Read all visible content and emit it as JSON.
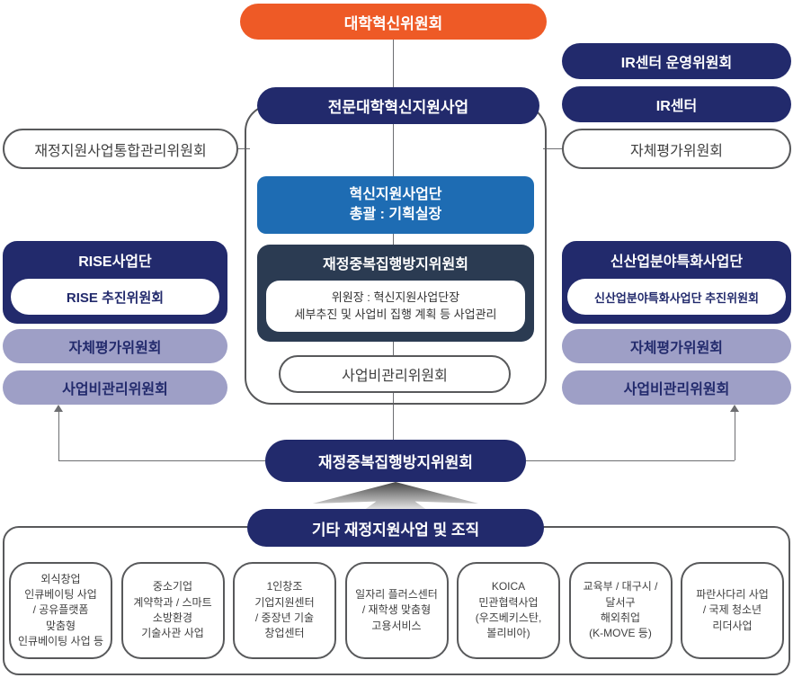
{
  "colors": {
    "orange": "#ee5a26",
    "navy": "#222a6c",
    "blue": "#1e6cb3",
    "slate": "#2b3b52",
    "lavender": "#9e9fc6",
    "line": "#6d6e71",
    "border": "#58595b",
    "text_dark": "#3f3f3f"
  },
  "top": {
    "committee": "대학혁신위원회"
  },
  "ir": {
    "steering": "IR센터 운영위원회",
    "center": "IR센터",
    "self_eval": "자체평가위원회"
  },
  "left": {
    "integrated": "재정지원사업통합관리위원회"
  },
  "center": {
    "program": "전문대학혁신지원사업",
    "innovation_team": "혁신지원사업단\n총괄 : 기획실장",
    "dup_committee": "재정중복집행방지위원회",
    "dup_detail": "위원장 : 혁신지원사업단장\n세부추진 및 사업비 집행 계획 등 사업관리",
    "budget_committee": "사업비관리위원회"
  },
  "rise": {
    "title": "RISE사업단",
    "promotion": "RISE 추진위원회",
    "self_eval": "자체평가위원회",
    "budget": "사업비관리위원회"
  },
  "new_industry": {
    "title": "신산업분야특화사업단",
    "promotion": "신산업분야특화사업단 추진위원회",
    "self_eval": "자체평가위원회",
    "budget": "사업비관리위원회"
  },
  "bottom": {
    "dup_committee": "재정중복집행방지위원회",
    "other_title": "기타 재정지원사업 및 조직",
    "programs": [
      "외식창업\n인큐베이팅 사업\n/ 공유플랫폼\n맞춤형\n인큐베이팅 사업 등",
      "중소기업\n계약학과 / 스마트\n소방환경\n기술사관 사업",
      "1인창조\n기업지원센터\n/ 중장년 기술\n창업센터",
      "일자리 플러스센터\n/ 재학생 맞춤형\n고용서비스",
      "KOICA\n민관협력사업\n(우즈베키스탄,\n볼리비아)",
      "교육부 / 대구시 /\n달서구\n해외취업\n(K-MOVE 등)",
      "파란사다리 사업\n/ 국제 청소년\n리더사업"
    ]
  }
}
